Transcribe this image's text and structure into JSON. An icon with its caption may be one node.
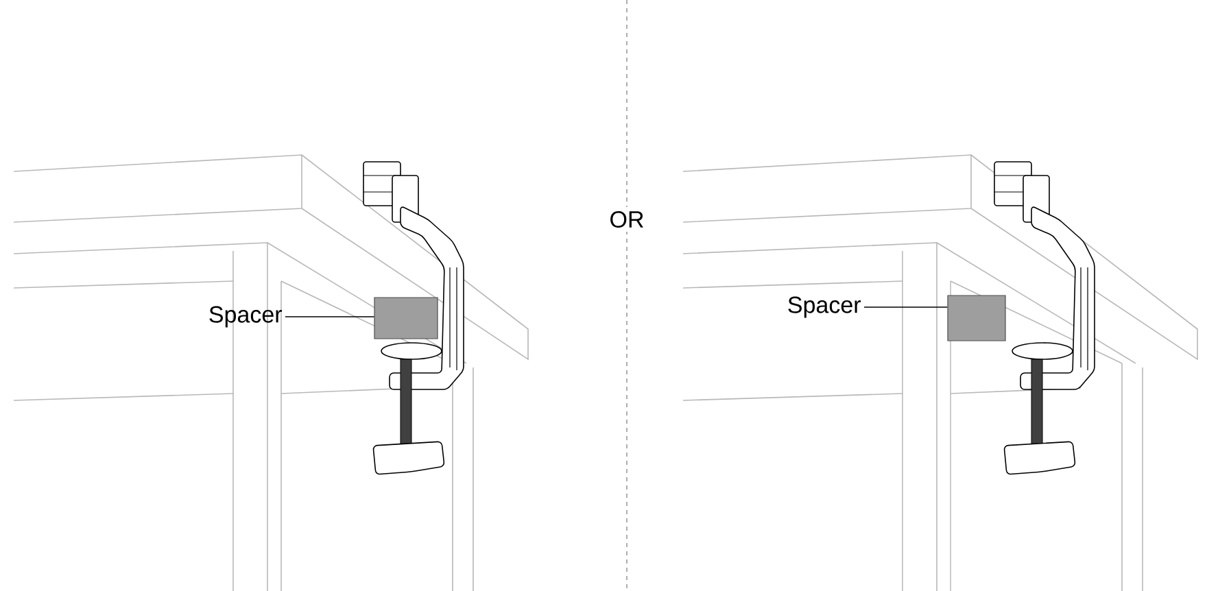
{
  "diagram": {
    "nodes": [
      {
        "text": [
          "Spacer"
        ]
      },
      {
        "text": [],
        "shape": "box"
      },
      {
        "text": [
          "Spacer"
        ]
      },
      {
        "text": [],
        "shape": "box"
      }
    ],
    "edges": [
      {
        "from": 0,
        "to": 1,
        "arrow": "none"
      },
      {
        "from": 2,
        "to": 3,
        "arrow": "none"
      }
    ],
    "labels": [
      "OR"
    ]
  }
}
